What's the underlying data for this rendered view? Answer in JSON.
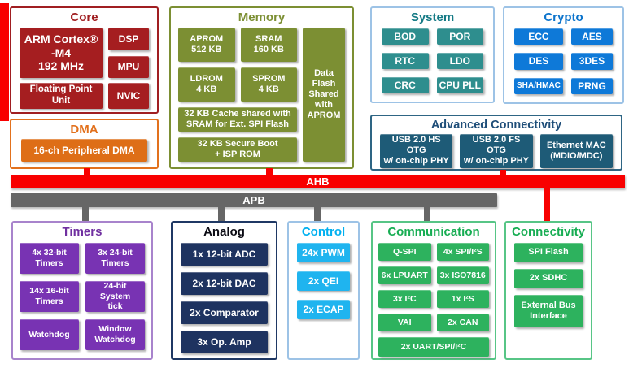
{
  "diagram": {
    "buses": {
      "ahb_label": "AHB",
      "apb_label": "APB"
    },
    "blocks": {
      "core": {
        "title": "Core",
        "cpu": "ARM Cortex® -M4\n192 MHz",
        "items": [
          "DSP",
          "MPU",
          "Floating Point Unit",
          "NVIC"
        ]
      },
      "dma": {
        "title": "DMA",
        "items": [
          "16-ch Peripheral DMA"
        ]
      },
      "memory": {
        "title": "Memory",
        "items": [
          "APROM\n512 KB",
          "SRAM\n160 KB",
          "LDROM\n4 KB",
          "SPROM\n4 KB"
        ],
        "cache": "32 KB Cache shared with\nSRAM for  Ext. SPI Flash",
        "boot": "32 KB Secure Boot\n+ ISP ROM",
        "data_flash": "Data\nFlash\nShared\nwith\nAPROM"
      },
      "system": {
        "title": "System",
        "items": [
          "BOD",
          "POR",
          "RTC",
          "LDO",
          "CRC",
          "CPU PLL"
        ]
      },
      "crypto": {
        "title": "Crypto",
        "items": [
          "ECC",
          "AES",
          "DES",
          "3DES",
          "SHA/HMAC",
          "PRNG"
        ]
      },
      "advanced_connectivity": {
        "title": "Advanced Connectivity",
        "items": [
          "USB 2.0 HS OTG\nw/ on-chip PHY",
          "USB 2.0 FS OTG\nw/ on-chip PHY",
          "Ethernet MAC\n(MDIO/MDC)"
        ]
      },
      "timers": {
        "title": "Timers",
        "items": [
          "4x 32-bit\nTimers",
          "3x 24-bit\nTimers",
          "14x 16-bit\nTimers",
          "24-bit System\ntick",
          "Watchdog",
          "Window\nWatchdog"
        ]
      },
      "analog": {
        "title": "Analog",
        "items": [
          "1x 12-bit ADC",
          "2x 12-bit DAC",
          "2x Comparator",
          "3x Op. Amp"
        ]
      },
      "control": {
        "title": "Control",
        "items": [
          "24x PWM",
          "2x QEI",
          "2x ECAP"
        ]
      },
      "communication": {
        "title": "Communication",
        "items": [
          "Q-SPI",
          "4x SPI/I²S",
          "6x LPUART",
          "3x ISO7816",
          "3x I²C",
          "1x I²S",
          "VAI",
          "2x CAN"
        ],
        "wide_item": "2x UART/SPI/I²C"
      },
      "connectivity": {
        "title": "Connectivity",
        "items": [
          "SPI Flash",
          "2x SDHC",
          "External Bus\nInterface"
        ]
      }
    },
    "colors": {
      "core_red": "#A51E20",
      "dma_orange": "#DE6E17",
      "memory_olive": "#7C8F33",
      "system_teal": "#2E8E8E",
      "crypto_blue": "#0E79D8",
      "adv_conn_navy": "#1E5B77",
      "ahb_red": "#F80000",
      "apb_gray": "#666666",
      "timers_purple": "#7833B3",
      "analog_navy": "#1E3360",
      "control_cyan": "#1FB4EF",
      "green": "#2DB25E",
      "light_blue_border": "#9DC3E6"
    }
  }
}
